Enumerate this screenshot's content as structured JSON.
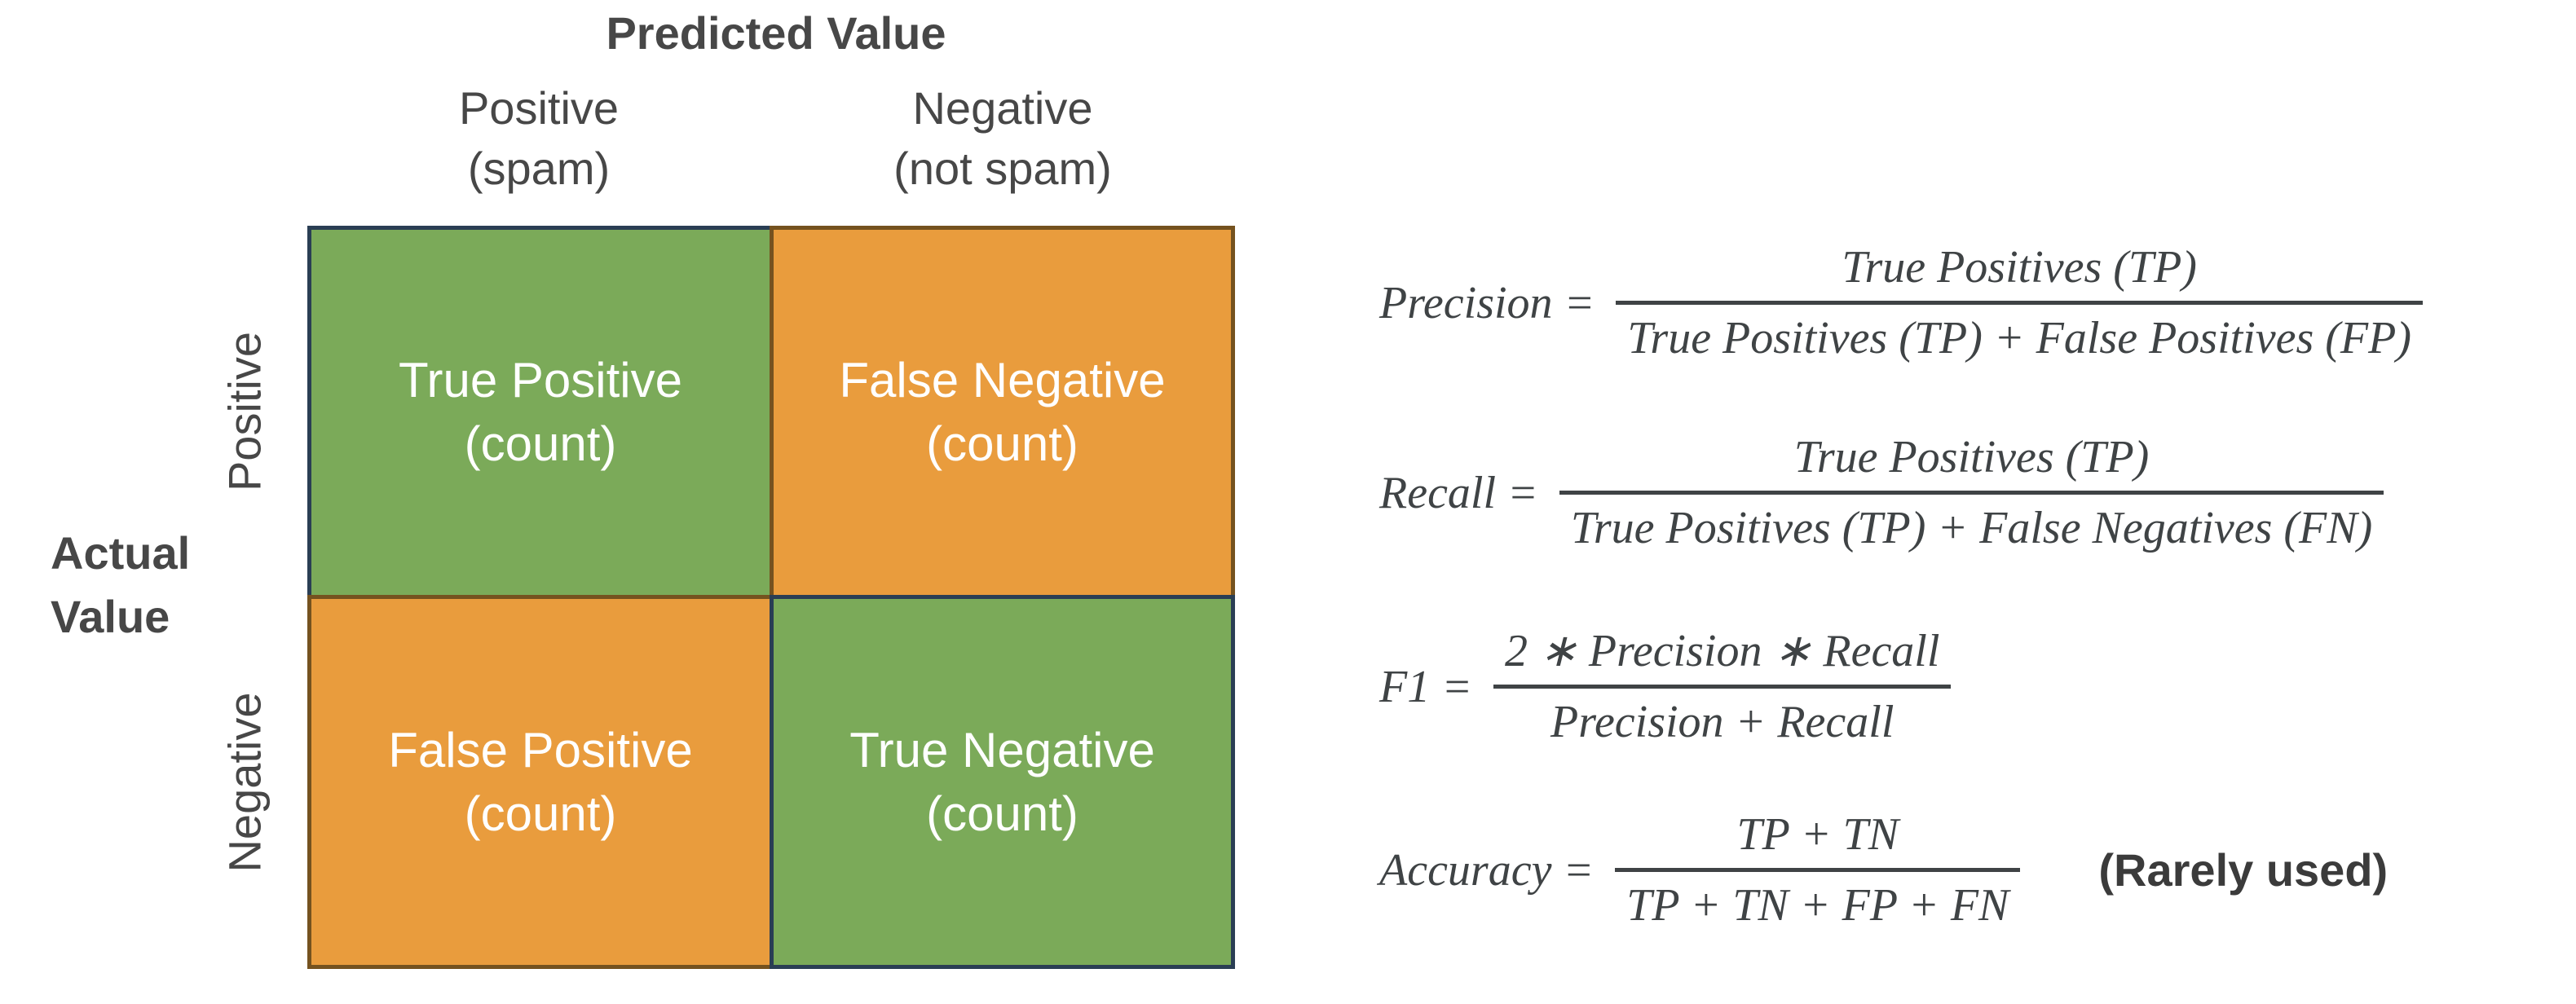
{
  "matrix": {
    "predicted_header": "Predicted Value",
    "actual_line1": "Actual",
    "actual_line2": "Value",
    "col_labels": [
      {
        "line1": "Positive",
        "line2": "(spam)"
      },
      {
        "line1": "Negative",
        "line2": "(not spam)"
      }
    ],
    "row_labels": [
      "Positive",
      "Negative"
    ],
    "cells": [
      {
        "line1": "True Positive",
        "line2": "(count)",
        "tone": "green"
      },
      {
        "line1": "False Negative",
        "line2": "(count)",
        "tone": "orange"
      },
      {
        "line1": "False Positive",
        "line2": "(count)",
        "tone": "orange"
      },
      {
        "line1": "True Negative",
        "line2": "(count)",
        "tone": "green"
      }
    ],
    "colors": {
      "green_fill": "#7baa59",
      "green_border": "#2a3e54",
      "orange_fill": "#e99c3d",
      "orange_border": "#75521f",
      "cell_text": "#ffffff",
      "label_text": "#474747"
    }
  },
  "formulas": [
    {
      "label": "Precision =",
      "numerator": "True Positives (TP)",
      "denominator": "True Positives (TP) + False Positives (FP)"
    },
    {
      "label": "Recall =",
      "numerator": "True Positives (TP)",
      "denominator": "True Positives (TP) + False Negatives (FN)"
    },
    {
      "label": "F1 =",
      "numerator": "2 ∗ Precision ∗ Recall",
      "denominator": "Precision + Recall"
    },
    {
      "label": "Accuracy =",
      "numerator": "TP + TN",
      "denominator": "TP + TN + FP + FN",
      "note": "(Rarely used)"
    }
  ]
}
